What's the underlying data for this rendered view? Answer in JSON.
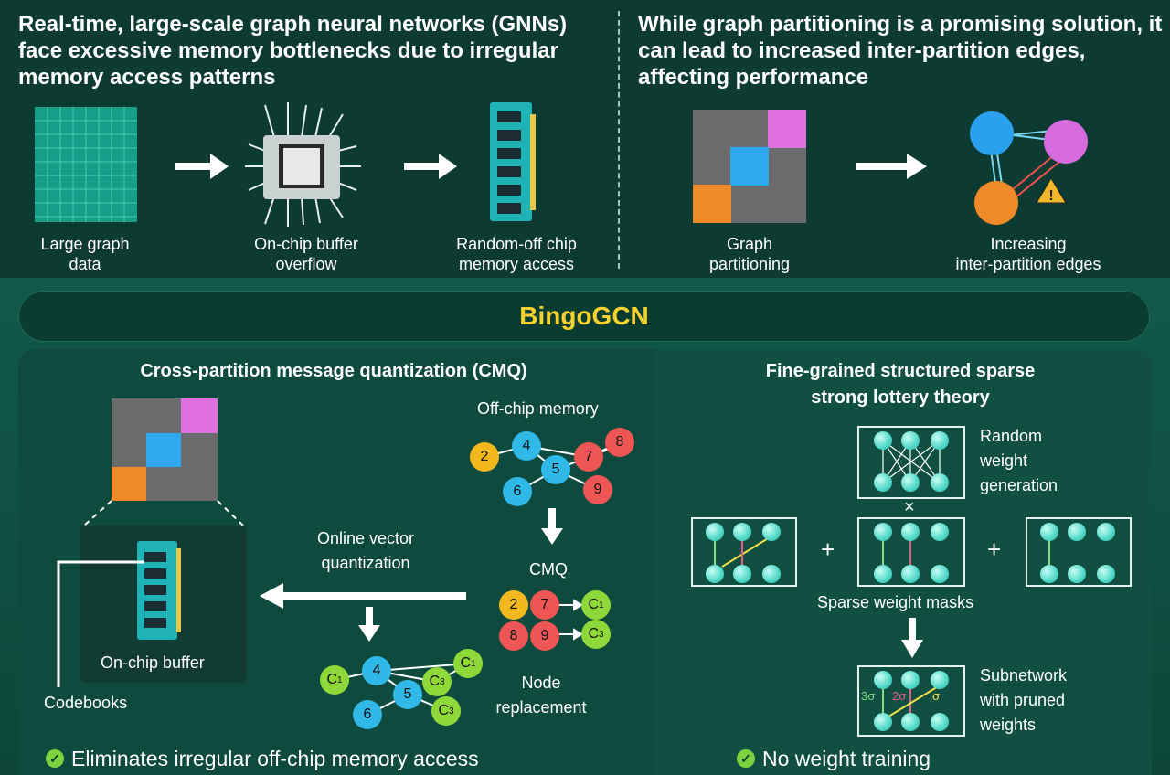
{
  "top": {
    "left_headline": "Real-time, large-scale graph neural networks (GNNs) face excessive memory bottlenecks due to irregular memory access patterns",
    "right_headline": "While graph partitioning is a promising solution, it can lead to increased inter-partition edges, affecting performance",
    "steps_left": [
      {
        "line1": "Large graph",
        "line2": "data"
      },
      {
        "line1": "On-chip buffer",
        "line2": "overflow"
      },
      {
        "line1": "Random-off chip",
        "line2": "memory access"
      }
    ],
    "steps_right": [
      {
        "line1": "Graph",
        "line2": "partitioning"
      },
      {
        "line1": "Increasing",
        "line2": "inter-partition edges"
      }
    ]
  },
  "banner": {
    "title": "BingoGCN"
  },
  "cmq": {
    "title": "Cross-partition message quantization (CMQ)",
    "offchip_label": "Off-chip memory",
    "online_vq_line1": "Online vector",
    "online_vq_line2": "quantization",
    "cmq_label": "CMQ",
    "onchip_label": "On-chip buffer",
    "codebooks_label": "Codebooks",
    "node_replacement_line1": "Node",
    "node_replacement_line2": "replacement",
    "offchip_nodes": [
      "2",
      "4",
      "7",
      "8",
      "5",
      "6",
      "9"
    ],
    "cmq_rows": [
      {
        "a": "2",
        "b": "7",
        "code": "C",
        "sub": "1"
      },
      {
        "a": "8",
        "b": "9",
        "code": "C",
        "sub": "3"
      }
    ],
    "replaced_nodes": [
      {
        "label": "C",
        "sub": "1"
      },
      {
        "label": "4",
        "sub": ""
      },
      {
        "label": "C",
        "sub": "1"
      },
      {
        "label": "C",
        "sub": "3"
      },
      {
        "label": "5",
        "sub": ""
      },
      {
        "label": "6",
        "sub": ""
      },
      {
        "label": "C",
        "sub": "3"
      }
    ],
    "benefit": "Eliminates irregular off-chip memory access"
  },
  "slt": {
    "title_line1": "Fine-grained structured sparse",
    "title_line2": "strong lottery theory",
    "random_line1": "Random",
    "random_line2": "weight",
    "random_line3": "generation",
    "times": "×",
    "plus": "+",
    "masks_label": "Sparse weight masks",
    "subnet_line1": "Subnetwork",
    "subnet_line2": "with pruned",
    "subnet_line3": "weights",
    "sigma_labels": [
      "3σ",
      "2σ",
      "σ"
    ],
    "benefit": "No weight training"
  },
  "colors": {
    "accent": "#f7d12e",
    "teal": "#4fd8c8",
    "node_yellow": "#f4b81f",
    "node_blue": "#2fb8e8",
    "node_red": "#ee5555",
    "node_green": "#8fd83a",
    "partition_pink": "#e070e0",
    "partition_blue": "#2ea8ee",
    "partition_orange": "#ef8a2a"
  }
}
